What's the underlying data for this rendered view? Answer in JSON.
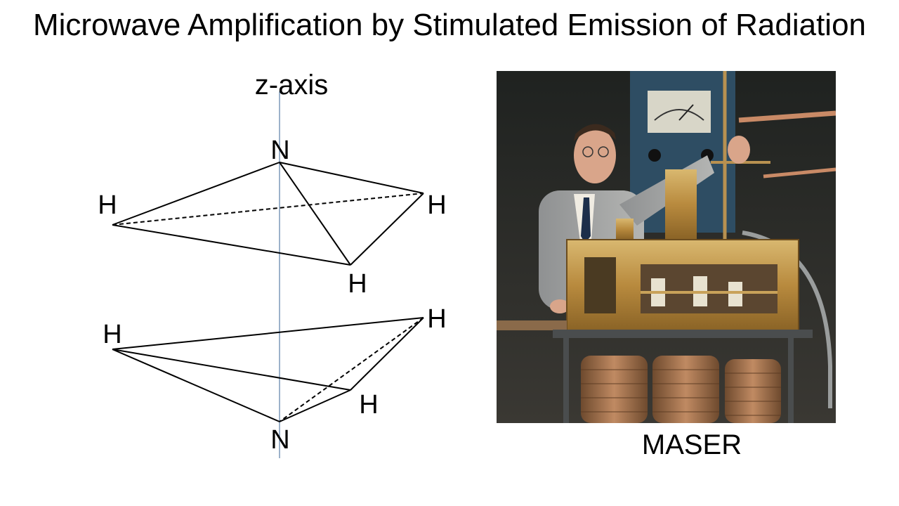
{
  "slide": {
    "title": "Microwave Amplification by Stimulated Emission of Radiation"
  },
  "diagram": {
    "axis_label": "z-axis",
    "top_molecule": {
      "apex_label": "N",
      "left_label": "H",
      "right_label": "H",
      "bottom_label": "H"
    },
    "bottom_molecule": {
      "apex_label": "N",
      "left_label": "H",
      "right_label": "H",
      "middle_label": "H"
    },
    "axis_color": "#5b7fa6",
    "line_color": "#000000"
  },
  "photo": {
    "caption": "MASER"
  }
}
